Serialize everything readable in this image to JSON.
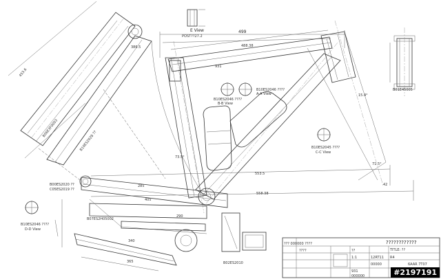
{
  "views": {
    "e_view": {
      "title": "E View",
      "sub": "POST??27.2"
    },
    "a_view": {
      "title": "A-A View",
      "part": "B10ES2046 ????"
    },
    "b_view": {
      "title": "B-B View",
      "part": "B10ES2046 ????"
    },
    "c_view": {
      "title": "C-C View",
      "part": "B10ES2045 ????"
    },
    "d_view": {
      "title": "D-D View",
      "part": "B10ES2046 ????"
    }
  },
  "parts": {
    "head_tube": "B01E45005",
    "seat_stay_left": "B06E3F0003",
    "seat_tube_top": "B10ES2028 ??",
    "bb_left1": "B00ES2020 ??",
    "bb_left2": "C05ES2019 ??",
    "chain_stay": "B07ES2H05002",
    "bottom_box": "B02ES2010"
  },
  "dims": {
    "top_length": "499",
    "top_length2": "488.38",
    "down_length": "553.5",
    "wheelbase": "558.38",
    "seat_stay_len": "453.6",
    "stay2": "386.5",
    "d1": "931",
    "d2": "285",
    "d3": "405",
    "d4": "340",
    "d5": "290",
    "d6": "365",
    "angle1": "73.5°",
    "angle2": "15.4°",
    "angle3": "71.5°",
    "angle4": "42"
  },
  "title_block": {
    "heading": "????????????",
    "title_label": "TITLE: ??",
    "drawing_no_label": "????",
    "number_label": "??",
    "scale": "1:1",
    "material": "931",
    "code": "000000",
    "revision": "R4",
    "lower_note": "??? 000000 ????",
    "part_code": "12RT11",
    "mid_code": "00000",
    "right_code": "6AAR 7T07"
  },
  "watermark": "#2197191"
}
